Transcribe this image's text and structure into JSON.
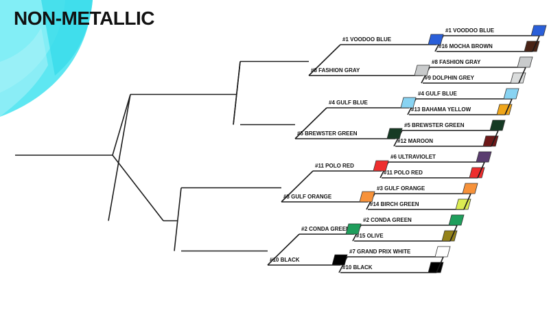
{
  "title": "NON-METALLIC",
  "round1": [
    {
      "label": "#1 VOODOO BLUE",
      "color": "#2a5fd9"
    },
    {
      "label": "#16 MOCHA BROWN",
      "color": "#4a2416"
    },
    {
      "label": "#8 FASHION GRAY",
      "color": "#c9cbcc"
    },
    {
      "label": "#9 DOLPHIN GREY",
      "color": "#dadcdc"
    },
    {
      "label": "#4 GULF BLUE",
      "color": "#88d3f2"
    },
    {
      "label": "#13 BAHAMA YELLOW",
      "color": "#f0a61a"
    },
    {
      "label": "#5 BREWSTER GREEN",
      "color": "#163a24"
    },
    {
      "label": "#12 MAROON",
      "color": "#6e1919"
    },
    {
      "label": "#6 ULTRAVIOLET",
      "color": "#5a3c70"
    },
    {
      "label": "#11 POLO RED",
      "color": "#ee2e2e"
    },
    {
      "label": "#3 GULF ORANGE",
      "color": "#f7923a"
    },
    {
      "label": "#14 BIRCH GREEN",
      "color": "#dbec52"
    },
    {
      "label": "#2 CONDA GREEN",
      "color": "#1f9e5c"
    },
    {
      "label": "#15 OLIVE",
      "color": "#94821a"
    },
    {
      "label": "#7 GRAND PRIX WHITE",
      "color": "#ffffff"
    },
    {
      "label": "#10 BLACK",
      "color": "#000000"
    }
  ],
  "round2": [
    {
      "label": "#1 VOODOO BLUE",
      "color": "#2a5fd9"
    },
    {
      "label": "#8 FASHION GRAY",
      "color": "#c9cbcc"
    },
    {
      "label": "#4 GULF BLUE",
      "color": "#88d3f2"
    },
    {
      "label": "#5 BREWSTER GREEN",
      "color": "#163a24"
    },
    {
      "label": "#11 POLO RED",
      "color": "#ee2e2e"
    },
    {
      "label": "#3 GULF ORANGE",
      "color": "#f7923a"
    },
    {
      "label": "#2 CONDA GREEN",
      "color": "#1f9e5c"
    },
    {
      "label": "#10 BLACK",
      "color": "#000000"
    }
  ],
  "accent_color": "#4fe3f0"
}
